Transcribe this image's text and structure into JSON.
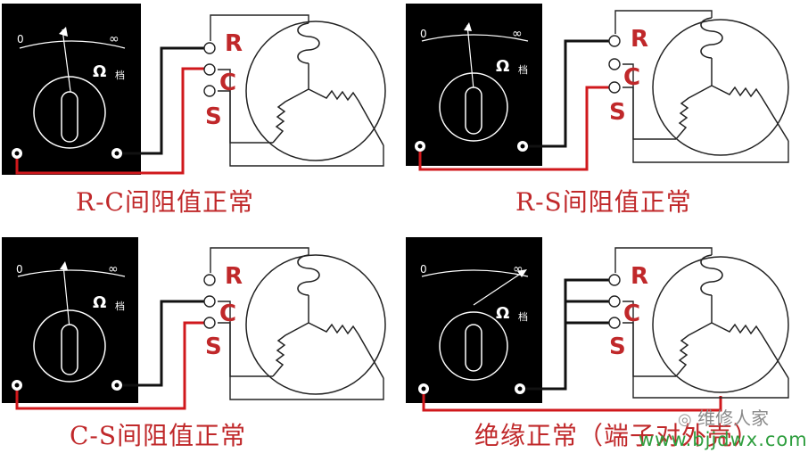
{
  "meter": {
    "scale_left": "0",
    "scale_right": "∞",
    "unit_symbol": "Ω",
    "unit_label": "档"
  },
  "terminals": {
    "r": "R",
    "c": "C",
    "s": "S"
  },
  "captions": {
    "rc": "R-C间阻值正常",
    "rs": "R-S间阻值正常",
    "cs": "C-S间阻值正常",
    "ins": "绝缘正常（端子对外壳）"
  },
  "watermark": {
    "name": "维修人家",
    "url": "www.bjjdwx.com"
  },
  "colors": {
    "probe_red": "#d0181c",
    "probe_black": "#111111",
    "caption": "#c0282a"
  }
}
